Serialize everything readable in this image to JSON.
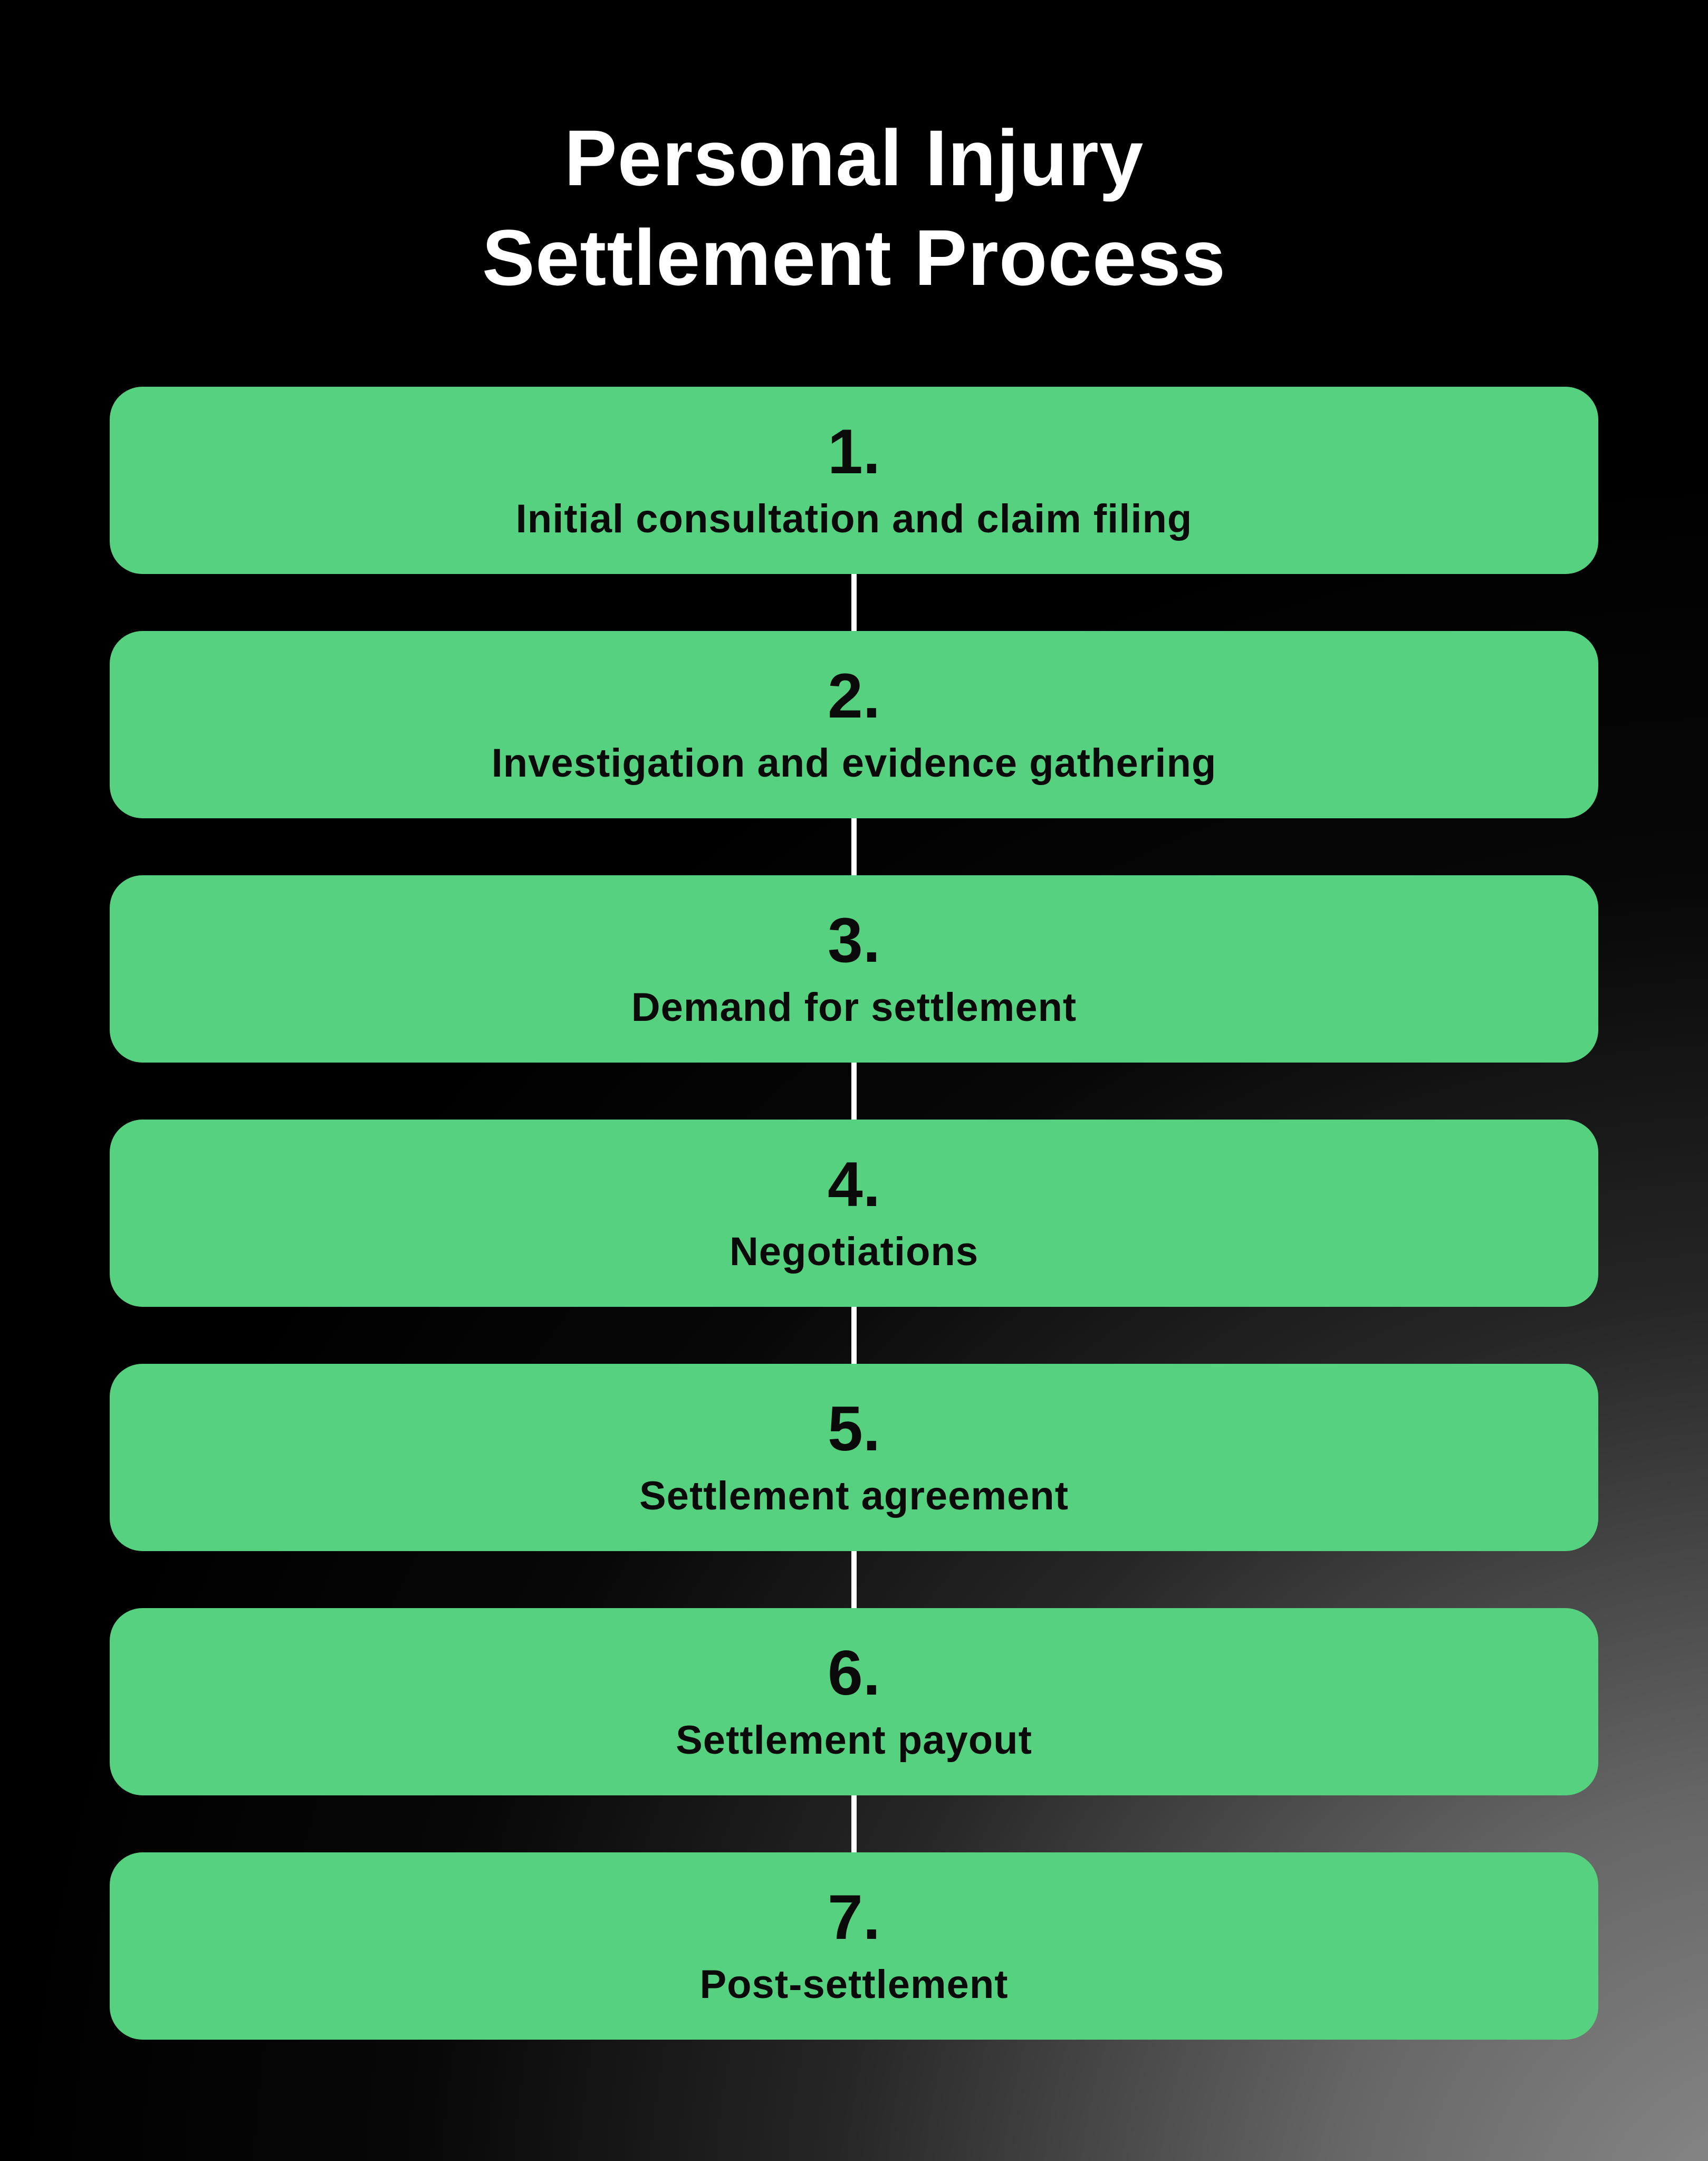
{
  "title": {
    "line1": "Personal Injury",
    "line2": "Settlement Process"
  },
  "steps": [
    {
      "number": "1.",
      "label": "Initial consultation and claim filing"
    },
    {
      "number": "2.",
      "label": "Investigation and evidence gathering"
    },
    {
      "number": "3.",
      "label": "Demand for settlement"
    },
    {
      "number": "4.",
      "label": "Negotiations"
    },
    {
      "number": "5.",
      "label": "Settlement agreement"
    },
    {
      "number": "6.",
      "label": "Settlement payout"
    },
    {
      "number": "7.",
      "label": "Post-settlement"
    }
  ],
  "colors": {
    "background": "#000000",
    "background_gradient_corner": "#8d8d8d",
    "box_fill": "#56d17f",
    "box_text": "#0a0a0a",
    "title_text": "#ffffff",
    "connector": "#ffffff"
  }
}
